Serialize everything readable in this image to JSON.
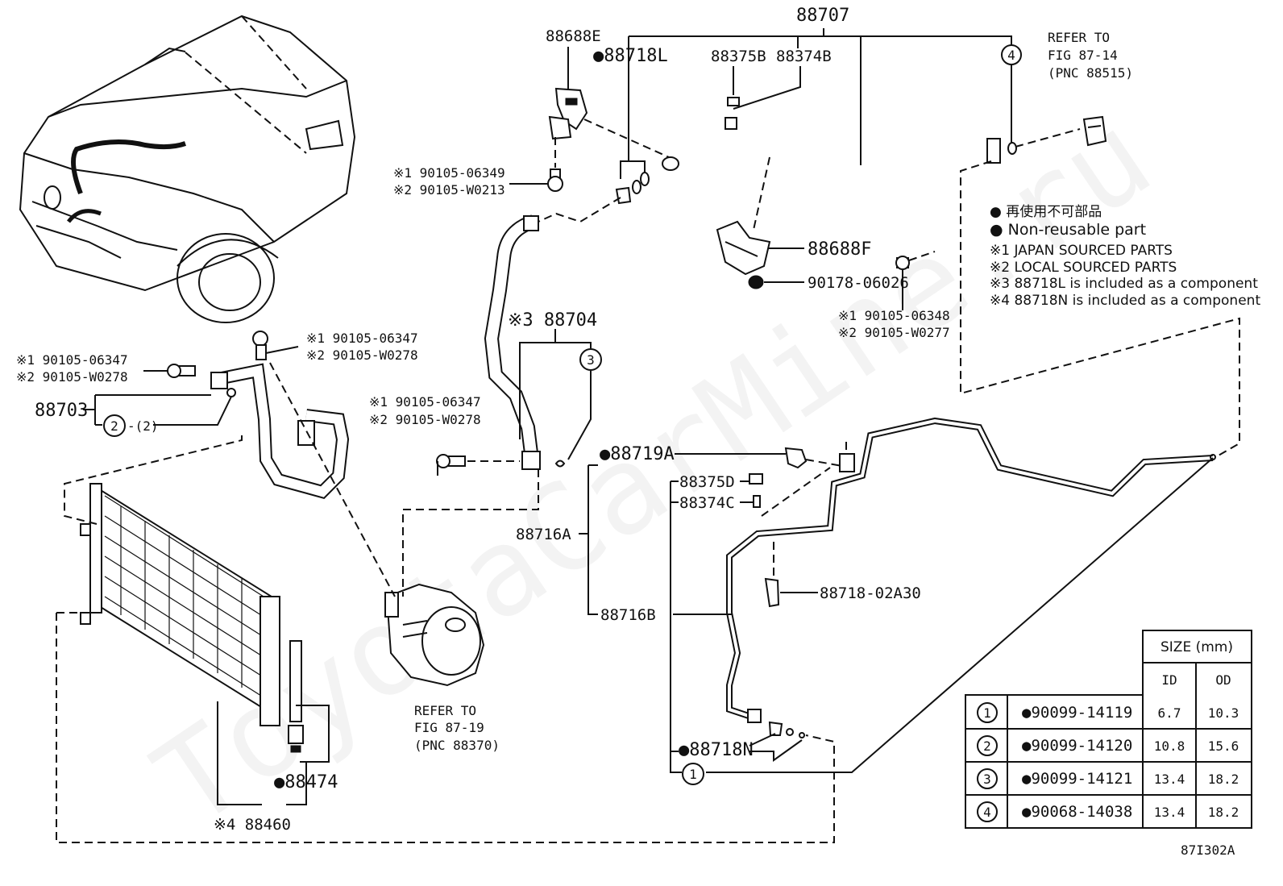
{
  "watermark": "ToyotaCarMine.ru",
  "figure_id": "87I302A",
  "labels": {
    "p88707": "88707",
    "p88688E": "88688E",
    "p88718L": "●88718L",
    "p88375B": "88375B",
    "p88374B": "88374B",
    "ref_fig_87_14_a": "REFER TO",
    "ref_fig_87_14_b": "FIG 87-14",
    "ref_fig_87_14_c": "(PNC 88515)",
    "b_06349_1": "※1 90105-06349",
    "b_06349_2": "※2 90105-W0213",
    "p88688F": "88688F",
    "p90178": "90178-06026",
    "b_06348_1": "※1 90105-06348",
    "b_06348_2": "※2 90105-W0277",
    "p88704": "※3 88704",
    "b_06347a_1": "※1 90105-06347",
    "b_06347a_2": "※2 90105-W0278",
    "b_06347b_1": "※1 90105-06347",
    "b_06347b_2": "※2 90105-W0278",
    "b_06347c_1": "※1 90105-06347",
    "b_06347c_2": "※2 90105-W0278",
    "p88703": "88703",
    "paren2": "-(2)",
    "p88719A": "●88719A",
    "p88375D": "88375D",
    "p88374C": "88374C",
    "p88716A": "88716A",
    "p88716B": "88716B",
    "p88718_02A30": "88718-02A30",
    "ref_fig_87_19_a": "REFER TO",
    "ref_fig_87_19_b": "FIG 87-19",
    "ref_fig_87_19_c": "(PNC 88370)",
    "p88718N": "●88718N",
    "p88474": "●88474",
    "p88460": "※4 88460"
  },
  "callouts": {
    "c1": "1",
    "c2": "2",
    "c3": "3",
    "c4": "4"
  },
  "legend": {
    "reuse_jp": "● 再使用不可部品",
    "reuse_en": "● Non-reusable part",
    "note1": "※1 JAPAN SOURCED PARTS",
    "note2": "※2 LOCAL SOURCED PARTS",
    "note3": "※3 88718L is included as a component",
    "note4": "※4 88718N is included as a component"
  },
  "size_table": {
    "header": "SIZE (mm)",
    "col_id": "ID",
    "col_od": "OD",
    "rows": [
      {
        "ref": "1",
        "part": "●90099-14119",
        "id": "6.7",
        "od": "10.3"
      },
      {
        "ref": "2",
        "part": "●90099-14120",
        "id": "10.8",
        "od": "15.6"
      },
      {
        "ref": "3",
        "part": "●90099-14121",
        "id": "13.4",
        "od": "18.2"
      },
      {
        "ref": "4",
        "part": "●90068-14038",
        "id": "13.4",
        "od": "18.2"
      }
    ]
  }
}
